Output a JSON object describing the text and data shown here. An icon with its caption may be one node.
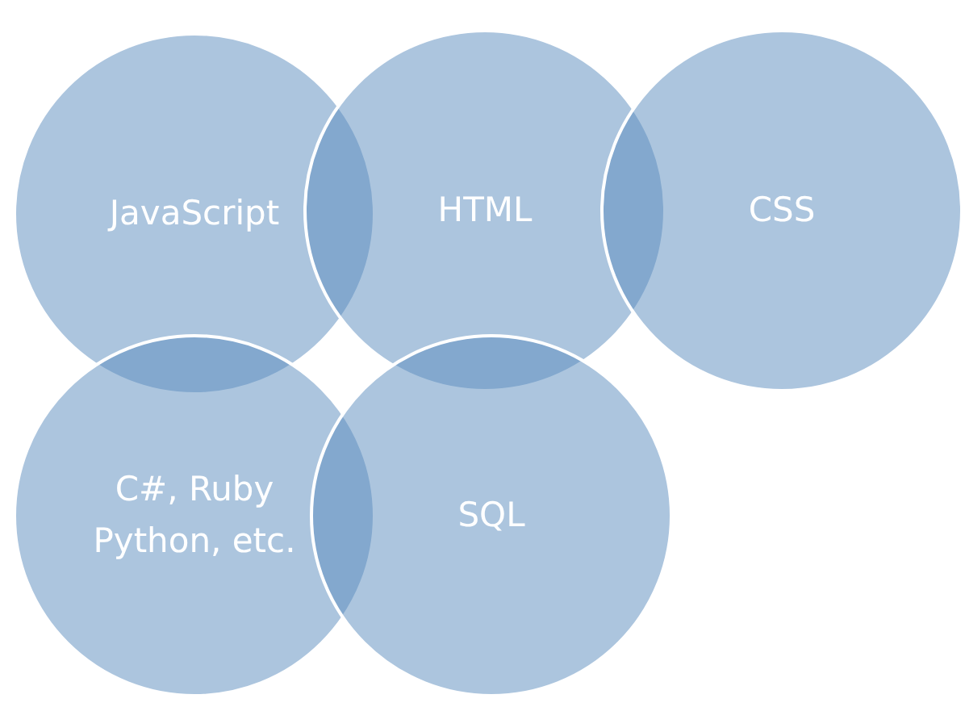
{
  "diagram": {
    "nodes": [
      {
        "text": [
          "JavaScript"
        ]
      },
      {
        "text": [
          "HTML"
        ]
      },
      {
        "text": [
          "CSS"
        ]
      },
      {
        "text": [
          "C#, Ruby Python, etc."
        ]
      },
      {
        "text": [
          "SQL"
        ]
      }
    ]
  }
}
